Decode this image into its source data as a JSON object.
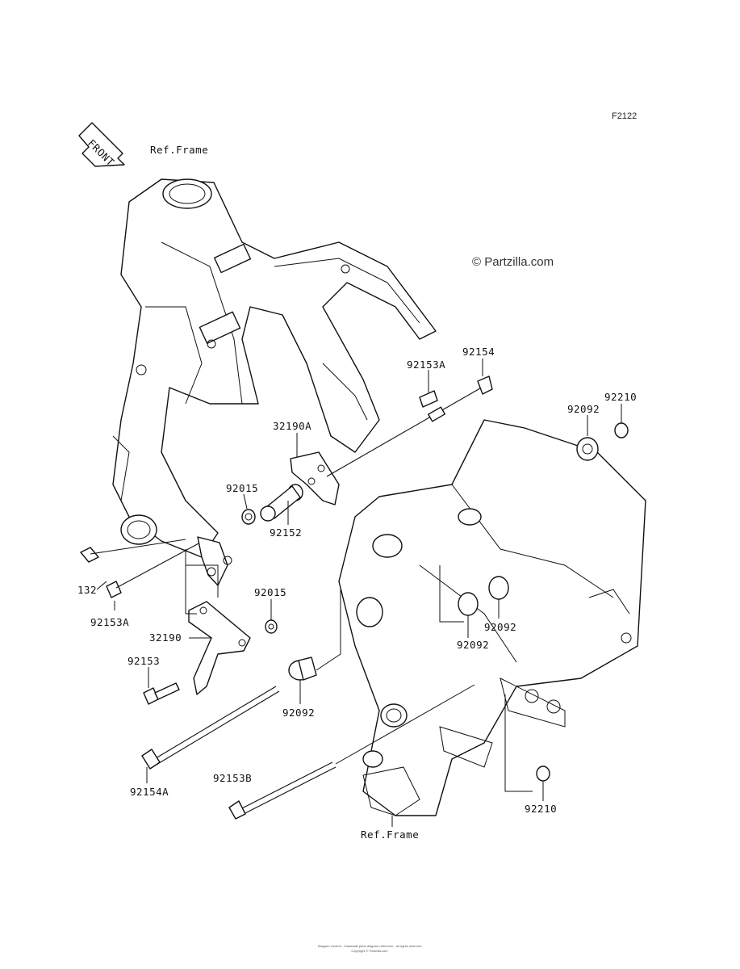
{
  "diagram_code": "F2122",
  "watermark": "© Partzilla.com",
  "front_badge": "FRONT",
  "ref_frame_top": "Ref.Frame",
  "ref_frame_bottom": "Ref.Frame",
  "footer_line1": "Diagram content · Kawasaki parts diagram reference · all rights reserved",
  "footer_line2": "Copyright © Partzilla.com",
  "parts": {
    "p92154": "92154",
    "p92153A_top": "92153A",
    "p92210_top": "92210",
    "p92092_top": "92092",
    "p32190A": "32190A",
    "p92015_top": "92015",
    "p92152": "92152",
    "p132": "132",
    "p92153A_left": "92153A",
    "p92015_mid": "92015",
    "p32190": "32190",
    "p92153": "92153",
    "p92092_bottom": "92092",
    "p92154A": "92154A",
    "p92153B": "92153B",
    "p92092_mid_right": "92092",
    "p92092_mid": "92092",
    "p92210_bottom": "92210"
  }
}
